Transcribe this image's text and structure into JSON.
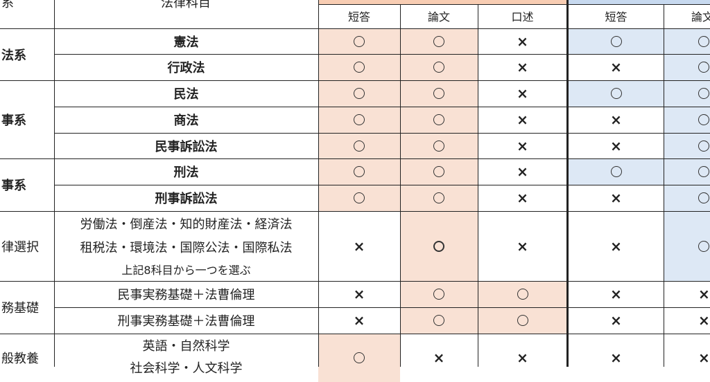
{
  "header": {
    "group_label": "系",
    "subject_label": "法律科目",
    "col_short": "短答",
    "col_essay": "論文",
    "col_oral": "口述",
    "col_short2": "短答",
    "col_essay2": "論文"
  },
  "groups": {
    "public": "法系",
    "civil": "事系",
    "criminal": "事系",
    "elective": "律選択",
    "practice": "務基礎",
    "general": "般教養"
  },
  "subjects": {
    "s1": "憲法",
    "s2": "行政法",
    "s3": "民法",
    "s4": "商法",
    "s5": "民事訴訟法",
    "s6": "刑法",
    "s7": "刑事訴訟法",
    "elective_line1": "労働法・倒産法・知的財産法・経済法",
    "elective_line2": "租税法・環境法・国際公法・国際私法",
    "elective_note": "上記8科目から一つを選ぶ",
    "practice1": "民事実務基礎＋法曹倫理",
    "practice2": "刑事実務基礎＋法曹倫理",
    "general_line1": "英語・自然科学",
    "general_line2": "社会科学・人文科学"
  },
  "marks": {
    "circle": "〇",
    "cross": "×"
  },
  "table": {
    "rows": [
      [
        "o",
        "o",
        "x",
        "o",
        "o"
      ],
      [
        "o",
        "o",
        "x",
        "x",
        "o"
      ],
      [
        "o",
        "o",
        "x",
        "o",
        "o"
      ],
      [
        "o",
        "o",
        "x",
        "x",
        "o"
      ],
      [
        "o",
        "o",
        "x",
        "x",
        "o"
      ],
      [
        "o",
        "o",
        "x",
        "o",
        "o"
      ],
      [
        "o",
        "o",
        "x",
        "x",
        "o"
      ],
      [
        "x",
        "O",
        "x",
        "x",
        "o"
      ],
      [
        "x",
        "o",
        "o",
        "x",
        "x"
      ],
      [
        "x",
        "o",
        "o",
        "x",
        "x"
      ],
      [
        "o",
        "x",
        "x",
        "x",
        "x"
      ]
    ]
  },
  "colors": {
    "orange_fill": "#f9e1d4",
    "blue_fill": "#dde8f5",
    "orange_header": "#f8cdb3",
    "blue_header": "#c7d9ef",
    "line": "#222222"
  }
}
